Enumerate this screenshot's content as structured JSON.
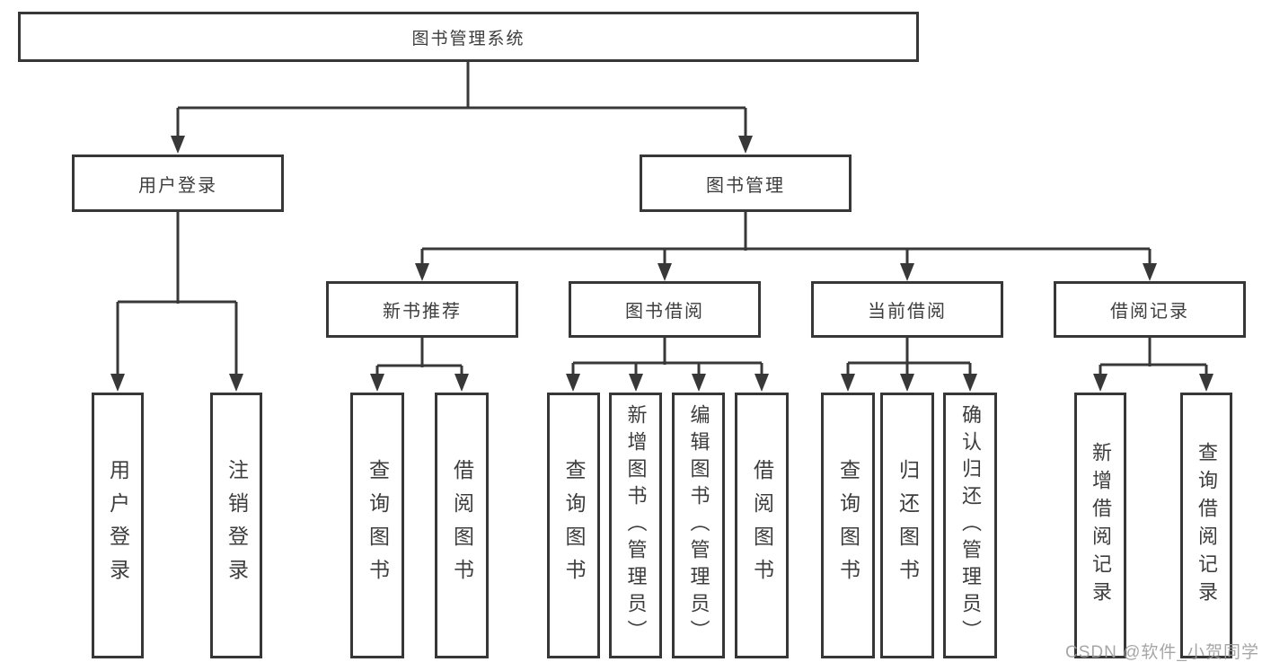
{
  "tree": {
    "root": {
      "label": "图书管理系统"
    },
    "level2": [
      {
        "label": "用户登录",
        "children": [
          {
            "label": "用户登录"
          },
          {
            "label": "注销登录"
          }
        ]
      },
      {
        "label": "图书管理"
      }
    ],
    "level3": [
      {
        "label": "新书推荐",
        "children": [
          {
            "label": "查询图书"
          },
          {
            "label": "借阅图书"
          }
        ]
      },
      {
        "label": "图书借阅",
        "children": [
          {
            "label": "查询图书"
          },
          {
            "label": "新增图书（管理员）"
          },
          {
            "label": "编辑图书（管理员）"
          },
          {
            "label": "借阅图书"
          }
        ]
      },
      {
        "label": "当前借阅",
        "children": [
          {
            "label": "查询图书"
          },
          {
            "label": "归还图书"
          },
          {
            "label": "确认归还（管理员）"
          }
        ]
      },
      {
        "label": "借阅记录",
        "children": [
          {
            "label": "新增借阅记录"
          },
          {
            "label": "查询借阅记录"
          }
        ]
      }
    ]
  },
  "watermark": {
    "text": "CSDN @软件_小贺同学"
  },
  "colors": {
    "line": "#383838",
    "text": "#3d3d3d",
    "watermark": "#9e9e9e",
    "background": "#ffffff"
  }
}
